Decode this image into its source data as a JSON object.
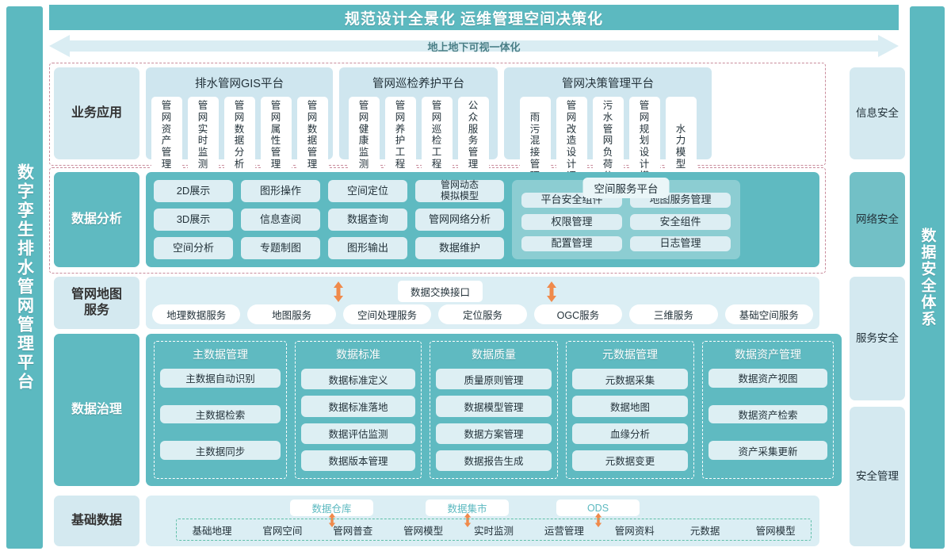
{
  "header": {
    "title": "规范设计全景化  运维管理空间决策化",
    "arrow_label": "地上地下可视一体化"
  },
  "left_band": {
    "title": "数字孪生排水管网管理平台"
  },
  "right_band": {
    "title": "数据安全体系"
  },
  "rows": {
    "business": {
      "label": "业务应用",
      "platforms": [
        {
          "title": "排水管网GIS平台",
          "items": [
            "管网资产管理",
            "管网实时监测",
            "管网数据分析",
            "管网属性管理",
            "管网数据管理"
          ]
        },
        {
          "title": "管网巡检养护平台",
          "items": [
            "管网健康监测",
            "管网养护工程",
            "管网巡检工程",
            "公众服务管理"
          ]
        },
        {
          "title": "管网决策管理平台",
          "items": [
            "雨污混接管理",
            "管网改造设计评估",
            "污水管网负荷分析",
            "管网规划设计模拟",
            "水力模型"
          ]
        }
      ]
    },
    "analysis": {
      "label": "数据分析",
      "columns": [
        [
          "2D展示",
          "3D展示",
          "空间分析"
        ],
        [
          "图形操作",
          "信息查阅",
          "专题制图"
        ],
        [
          "空间定位",
          "数据查询",
          "图形输出"
        ],
        [
          "管网动态模拟模型",
          "管网网络分析",
          "数据维护"
        ]
      ],
      "spatial_platform": {
        "title": "空间服务平台",
        "columns": [
          [
            "平台安全组件",
            "权限管理",
            "配置管理"
          ],
          [
            "地图服务管理",
            "安全组件",
            "日志管理"
          ]
        ]
      }
    },
    "map_service": {
      "label": "管网地图服务",
      "exchange_label": "数据交换接口",
      "services": [
        "地理数据服务",
        "地图服务",
        "空间处理服务",
        "定位服务",
        "OGC服务",
        "三维服务",
        "基础空间服务"
      ]
    },
    "governance": {
      "label": "数据治理",
      "groups": [
        {
          "title": "主数据管理",
          "items": [
            "主数据自动识别",
            "主数据检索",
            "主数据同步"
          ]
        },
        {
          "title": "数据标准",
          "items": [
            "数据标准定义",
            "数据标准落地",
            "数据评估监测",
            "数据版本管理"
          ]
        },
        {
          "title": "数据质量",
          "items": [
            "质量原则管理",
            "数据模型管理",
            "数据方案管理",
            "数据报告生成"
          ]
        },
        {
          "title": "元数据管理",
          "items": [
            "元数据采集",
            "数据地图",
            "血缘分析",
            "元数据变更"
          ]
        },
        {
          "title": "数据资产管理",
          "items": [
            "数据资产视图",
            "数据资产检索",
            "资产采集更新"
          ]
        }
      ]
    },
    "base_data": {
      "label": "基础数据",
      "chips": [
        "数据仓库",
        "数据集市",
        "ODS"
      ],
      "items": [
        "基础地理",
        "官网空间",
        "管网普查",
        "管网模型",
        "实时监测",
        "运营管理",
        "管网资料",
        "元数据",
        "管网模型"
      ]
    }
  },
  "right_stack": [
    {
      "label": "信息安全",
      "tone": "light"
    },
    {
      "label": "网络安全",
      "tone": "teal"
    },
    {
      "label": "服务安全",
      "tone": "light"
    },
    {
      "label": "安全管理",
      "tone": "light"
    }
  ],
  "colors": {
    "teal": "#5cb9c0",
    "teal_light": "#8ccdd2",
    "panel_light": "#dbeef4",
    "tile_light": "#ddeef3",
    "accent_orange": "#f08a4b",
    "dash_pink": "#c98b9b",
    "dash_green": "#5fbfa8"
  }
}
